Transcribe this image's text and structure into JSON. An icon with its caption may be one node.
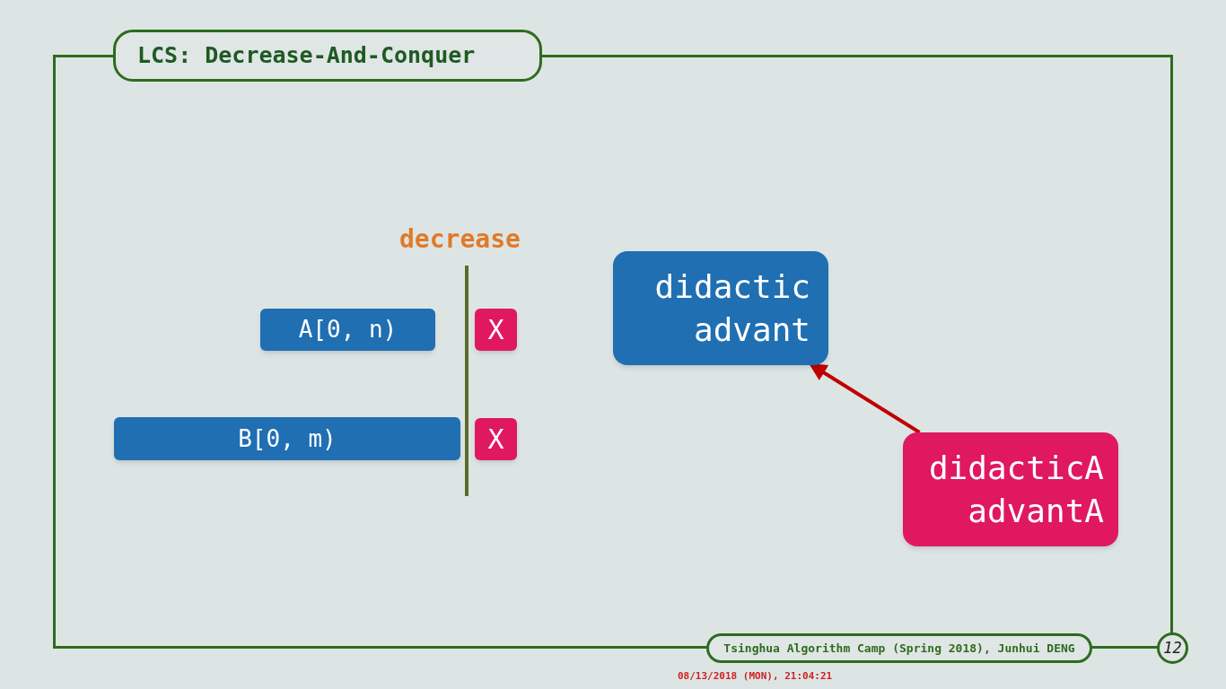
{
  "diagram": {
    "title": "LCS: Decrease-And-Conquer",
    "nodes": [
      {
        "text": [
          "A[0, n)"
        ]
      },
      {
        "text": [
          "X"
        ]
      },
      {
        "text": [
          "B[0, m)"
        ]
      },
      {
        "text": [
          "X"
        ]
      },
      {
        "text": [
          "didactic advant"
        ]
      },
      {
        "text": [
          "didacticA advantA"
        ]
      },
      {
        "text": [
          "Tsinghua Algorithm Camp (Spring 2018), Junhui DENG"
        ]
      },
      {
        "text": [
          "12"
        ]
      }
    ],
    "edges": [
      {
        "from": 5,
        "to": 4,
        "arrow": "to",
        "color": "#c00000"
      }
    ],
    "labels": [
      "decrease",
      "08/13/2018 (MON), 21:04:21"
    ]
  }
}
